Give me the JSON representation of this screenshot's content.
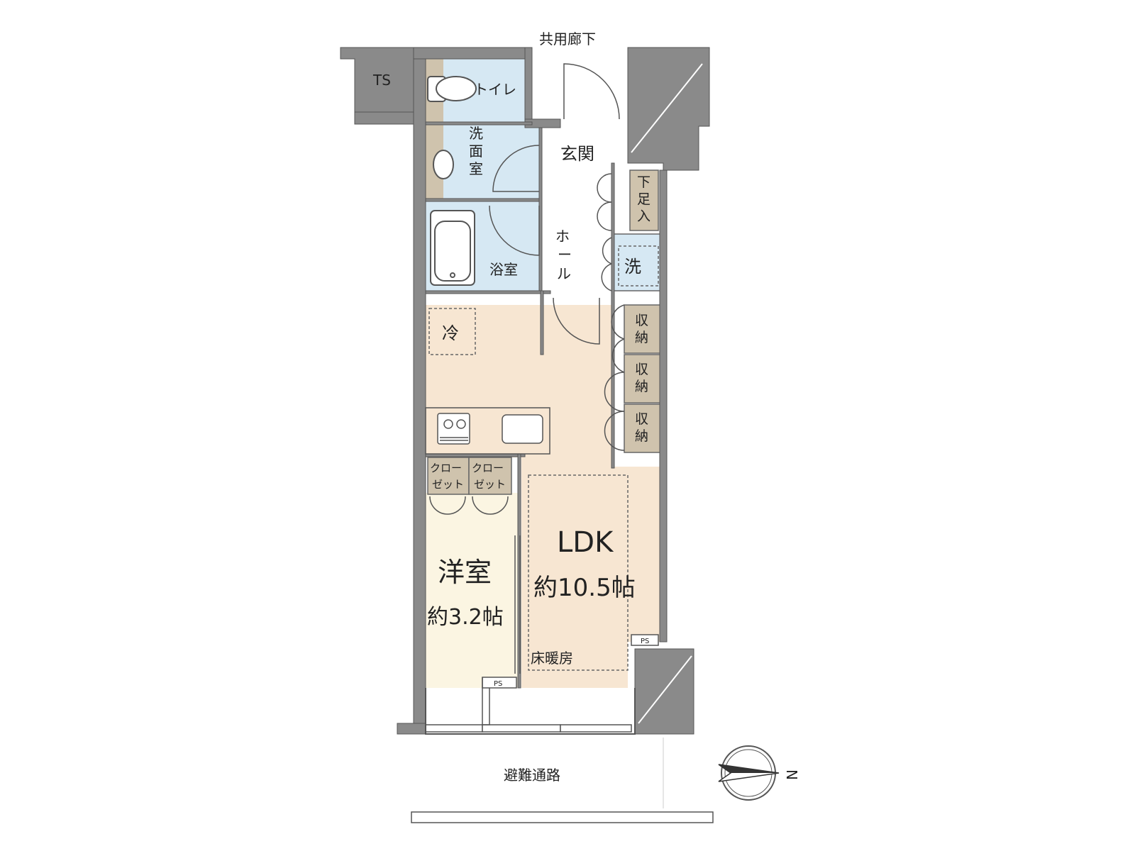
{
  "labels": {
    "corridor": "共用廊下",
    "ts": "TS",
    "toilet": "トイレ",
    "washroom": "洗面室",
    "bathroom": "浴室",
    "entrance": "玄関",
    "shoe_storage": "下足入",
    "hall": "ホール",
    "washer": "洗",
    "storage_1": "収納",
    "storage_2": "収納",
    "storage_3": "収納",
    "fridge": "冷",
    "closet_1": "クローゼット",
    "closet_2": "クローゼット",
    "ldk_name": "LDK",
    "ldk_size": "約10.5帖",
    "western_name": "洋室",
    "western_size": "約3.2帖",
    "floor_heating": "床暖房",
    "ps_1": "PS",
    "ps_2": "PS",
    "evacuation": "避難通路",
    "compass_north": "N"
  },
  "colors": {
    "wall": "#8a8a8a",
    "wet_area": "#d6e8f3",
    "living": "#f7e6d2",
    "western": "#fbf5e2",
    "storage": "#cfc3ad",
    "hall": "#ffffff",
    "line": "#555555"
  }
}
